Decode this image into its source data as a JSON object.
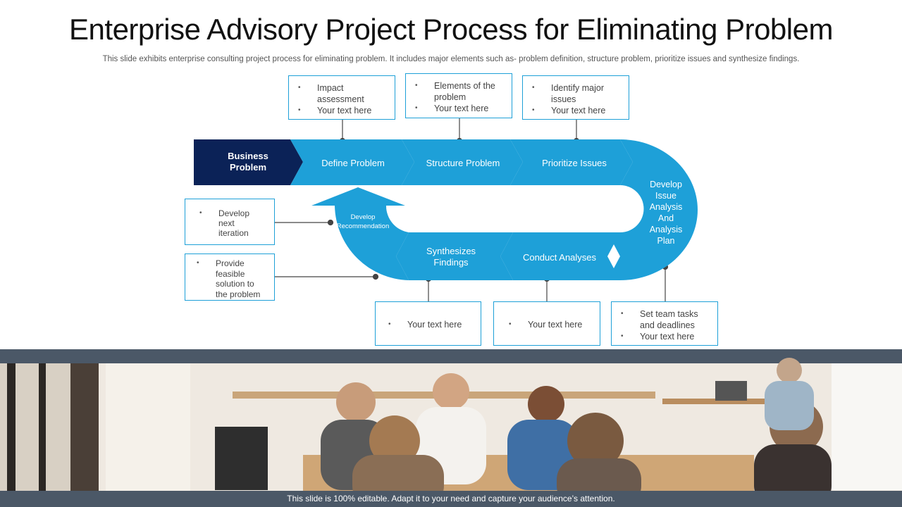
{
  "header": {
    "title": "Enterprise Advisory Project Process for Eliminating Problem",
    "subtitle": "This slide exhibits enterprise consulting project process for eliminating problem. It includes major elements such as- problem definition, structure problem, prioritize issues and synthesize findings."
  },
  "stages": {
    "business_problem": "Business Problem",
    "define_problem": "Define Problem",
    "structure_problem": "Structure Problem",
    "prioritize_issues": "Prioritize Issues",
    "develop_plan": "Develop Issue Analysis And Analysis Plan",
    "conduct_analyses": "Conduct Analyses",
    "synthesizes_findings": "Synthesizes Findings",
    "develop_recommendation": "Develop Recommendation"
  },
  "boxes": {
    "define": [
      "Impact assessment",
      "Your text here"
    ],
    "structure": [
      "Elements of the problem",
      "Your text here"
    ],
    "prioritize": [
      "Identify major issues",
      "Your text here"
    ],
    "iteration": [
      "Develop next iteration"
    ],
    "solution": [
      "Provide feasible solution to the problem"
    ],
    "synthesize": [
      "Your text here"
    ],
    "conduct": [
      "Your text here"
    ],
    "plan": [
      "Set team tasks and deadlines",
      "Your text here"
    ]
  },
  "footer": {
    "note": "This slide is 100% editable. Adapt it to your need and capture your audience’s attention."
  },
  "colors": {
    "accent": "#1ea0d8",
    "dark_navy": "#0b2257",
    "band": "#4b5867"
  }
}
